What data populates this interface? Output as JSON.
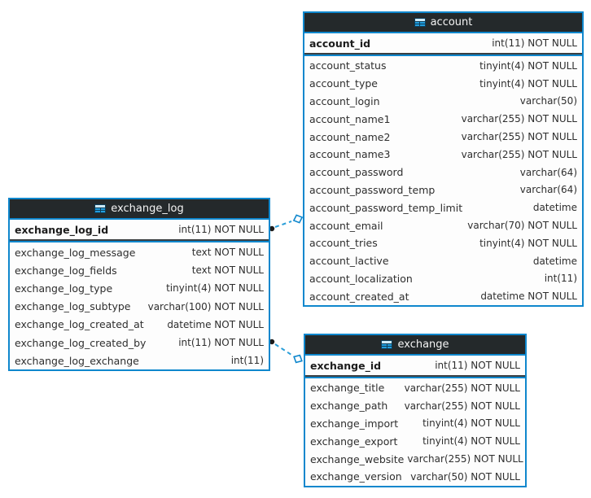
{
  "diagram": {
    "colors": {
      "border_blue": "#0f87cd",
      "relation_blue": "#2b9fd9",
      "header_bg": "#24292b",
      "pk_separator": "#3a3f42",
      "row_bg": "#fdfdfd",
      "canvas_bg": "#ffffff"
    },
    "tables": [
      {
        "title": "account",
        "primary_key": {
          "name": "account_id",
          "type": "int(11) NOT NULL"
        },
        "columns": [
          {
            "name": "account_status",
            "type": "tinyint(4) NOT NULL"
          },
          {
            "name": "account_type",
            "type": "tinyint(4) NOT NULL"
          },
          {
            "name": "account_login",
            "type": "varchar(50)"
          },
          {
            "name": "account_name1",
            "type": "varchar(255) NOT NULL"
          },
          {
            "name": "account_name2",
            "type": "varchar(255) NOT NULL"
          },
          {
            "name": "account_name3",
            "type": "varchar(255) NOT NULL"
          },
          {
            "name": "account_password",
            "type": "varchar(64)"
          },
          {
            "name": "account_password_temp",
            "type": "varchar(64)"
          },
          {
            "name": "account_password_temp_limit",
            "type": "datetime"
          },
          {
            "name": "account_email",
            "type": "varchar(70) NOT NULL"
          },
          {
            "name": "account_tries",
            "type": "tinyint(4) NOT NULL"
          },
          {
            "name": "account_lactive",
            "type": "datetime"
          },
          {
            "name": "account_localization",
            "type": "int(11)"
          },
          {
            "name": "account_created_at",
            "type": "datetime NOT NULL"
          }
        ]
      },
      {
        "title": "exchange_log",
        "primary_key": {
          "name": "exchange_log_id",
          "type": "int(11) NOT NULL"
        },
        "columns": [
          {
            "name": "exchange_log_message",
            "type": "text NOT NULL"
          },
          {
            "name": "exchange_log_fields",
            "type": "text NOT NULL"
          },
          {
            "name": "exchange_log_type",
            "type": "tinyint(4) NOT NULL"
          },
          {
            "name": "exchange_log_subtype",
            "type": "varchar(100) NOT NULL"
          },
          {
            "name": "exchange_log_created_at",
            "type": "datetime NOT NULL"
          },
          {
            "name": "exchange_log_created_by",
            "type": "int(11) NOT NULL"
          },
          {
            "name": "exchange_log_exchange",
            "type": "int(11)"
          }
        ]
      },
      {
        "title": "exchange",
        "primary_key": {
          "name": "exchange_id",
          "type": "int(11) NOT NULL"
        },
        "columns": [
          {
            "name": "exchange_title",
            "type": "varchar(255) NOT NULL"
          },
          {
            "name": "exchange_path",
            "type": "varchar(255) NOT NULL"
          },
          {
            "name": "exchange_import",
            "type": "tinyint(4) NOT NULL"
          },
          {
            "name": "exchange_export",
            "type": "tinyint(4) NOT NULL"
          },
          {
            "name": "exchange_website",
            "type": "varchar(255) NOT NULL"
          },
          {
            "name": "exchange_version",
            "type": "varchar(50) NOT NULL"
          }
        ]
      }
    ],
    "relations": [
      {
        "from_table": "exchange_log",
        "to_table": "account"
      },
      {
        "from_table": "exchange_log",
        "to_table": "exchange"
      }
    ]
  }
}
